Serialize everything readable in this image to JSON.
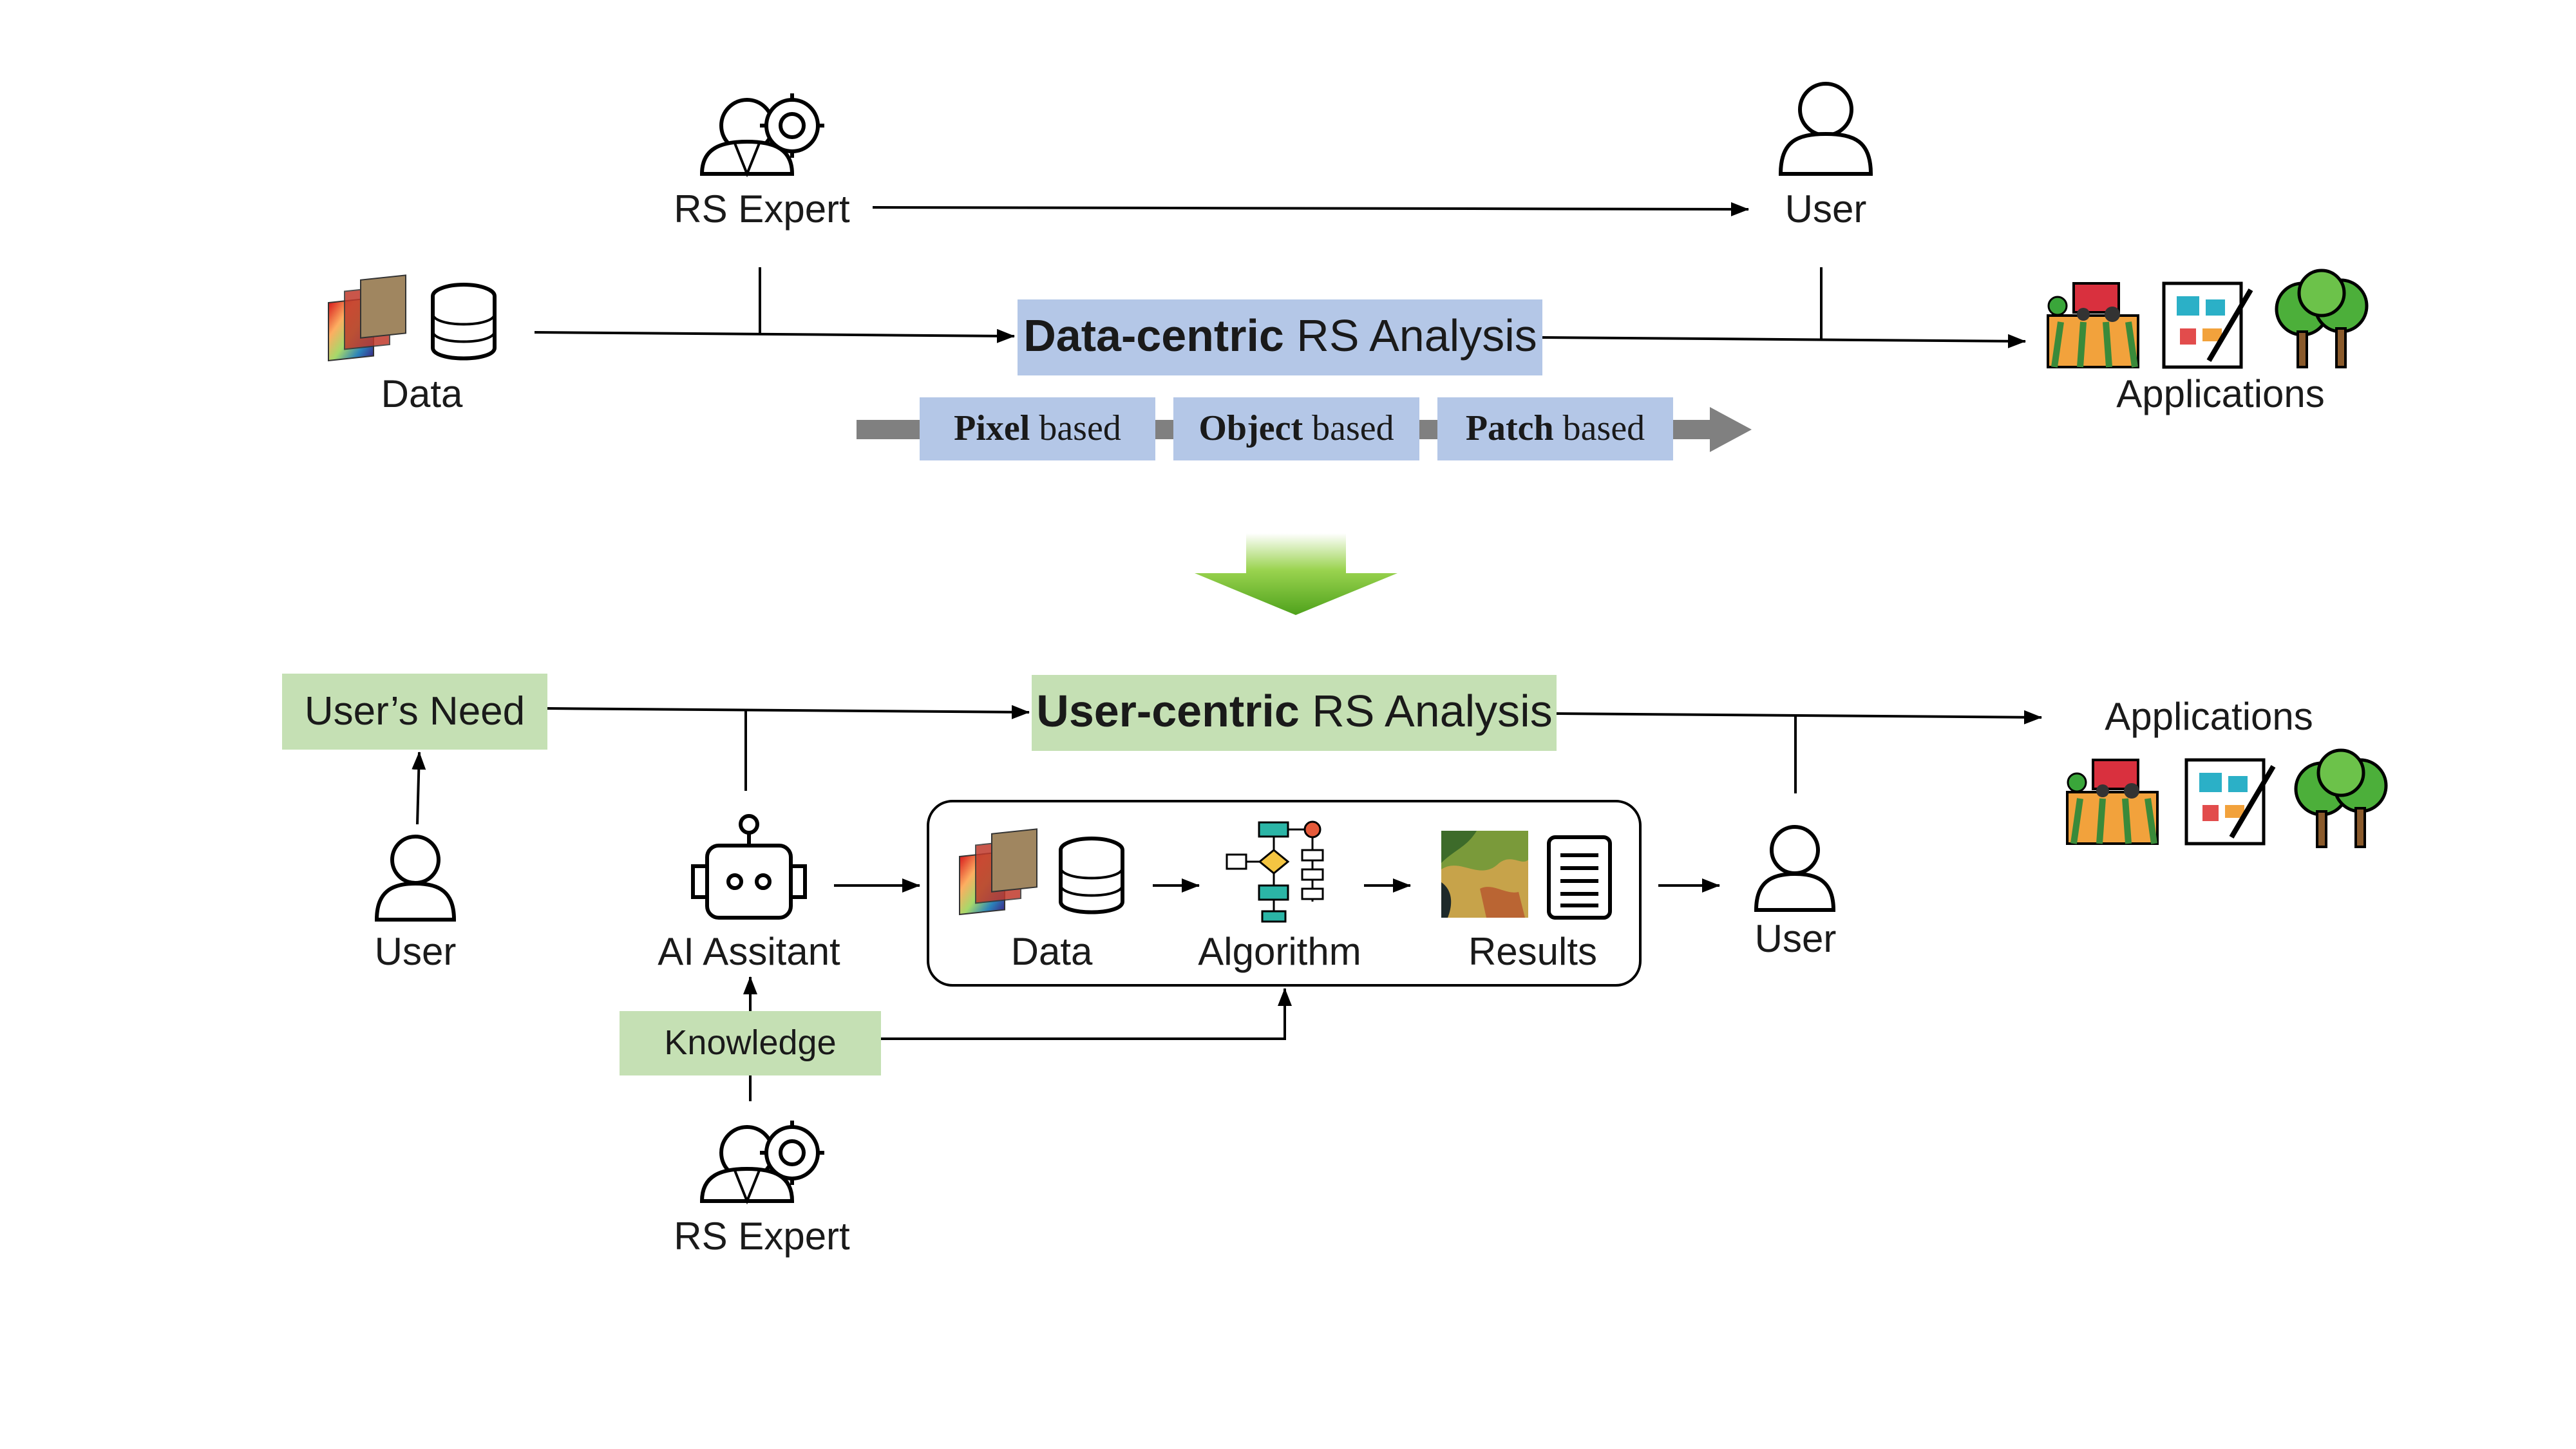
{
  "top": {
    "rs_expert_label": "RS Expert",
    "user_label": "User",
    "data_label": "Data",
    "applications_label": "Applications",
    "analysis_title_bold": "Data-centric",
    "analysis_title_rest": " RS Analysis",
    "methods": [
      {
        "bold": "Pixel",
        "rest": " based"
      },
      {
        "bold": "Object",
        "rest": " based"
      },
      {
        "bold": "Patch",
        "rest": " based"
      }
    ]
  },
  "bottom": {
    "users_need_label": "User’s Need",
    "analysis_title_bold": "User-centric",
    "analysis_title_rest": " RS Analysis",
    "applications_label": "Applications",
    "user_left_label": "User",
    "ai_assistant_label": "AI Assitant",
    "knowledge_label": "Knowledge",
    "rs_expert_label": "RS Expert",
    "pipeline": {
      "data_label": "Data",
      "algorithm_label": "Algorithm",
      "results_label": "Results"
    },
    "user_right_label": "User"
  },
  "colors": {
    "blue_box": "#b4c7e7",
    "green_box": "#c5e0b4",
    "gray_arrow": "#808080",
    "transition_arrow": "#6fbf2a"
  }
}
